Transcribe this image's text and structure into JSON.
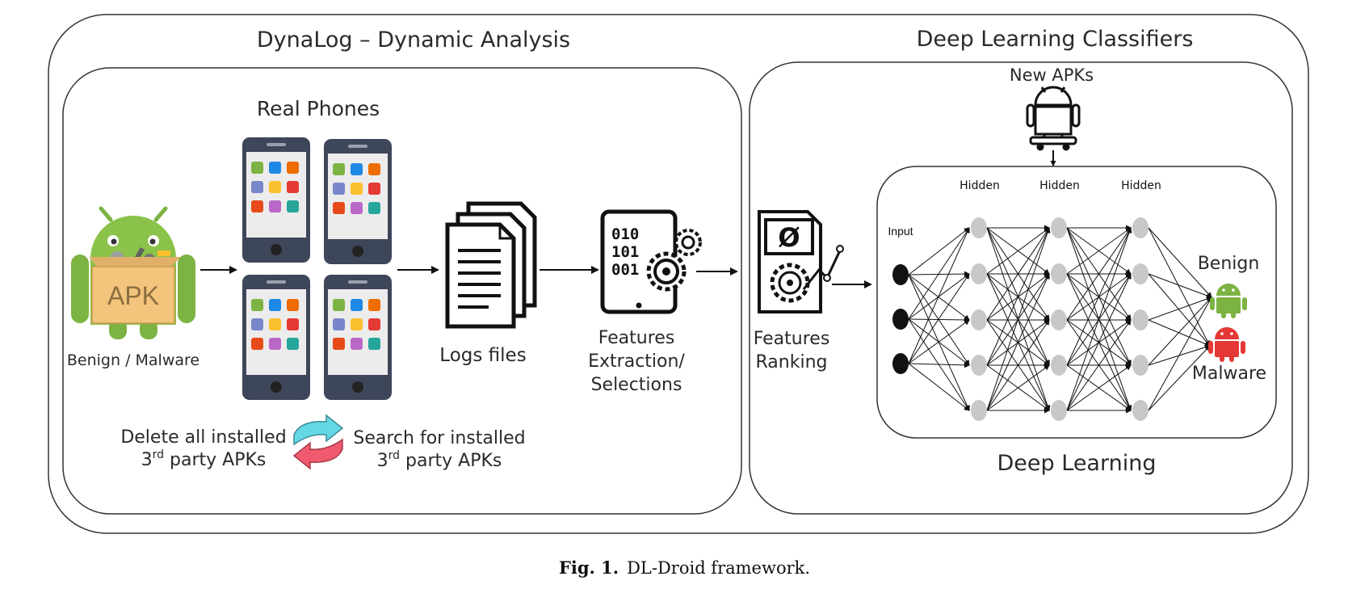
{
  "sections": {
    "dynamic": {
      "title": "DynaLog – Dynamic Analysis"
    },
    "classifiers": {
      "title": "Deep Learning Classifiers"
    }
  },
  "nodes": {
    "apk": {
      "badge": "APK",
      "label": "Benign / Malware"
    },
    "phones": {
      "title": "Real Phones"
    },
    "logs": {
      "label": "Logs files"
    },
    "extraction": {
      "line1": "Features",
      "line2": "Extraction/",
      "line3": "Selections",
      "bits": [
        "010",
        "101",
        "001"
      ]
    },
    "ranking": {
      "line1": "Features",
      "line2": "Ranking",
      "symbol": "Ø"
    },
    "new_apks": {
      "label": "New APKs"
    },
    "deep_learning": {
      "title": "Deep Learning",
      "input_label": "Input",
      "hidden_labels": [
        "Hidden",
        "Hidden",
        "Hidden"
      ],
      "outputs": {
        "benign": "Benign",
        "malware": "Malware"
      }
    }
  },
  "cycle": {
    "left": {
      "line1": "Delete all installed",
      "ord": "3",
      "sup": "rd",
      "rest": " party APKs"
    },
    "right": {
      "line1": "Search for installed",
      "ord": "3",
      "sup": "rd",
      "rest": " party APKs"
    }
  },
  "caption": {
    "label": "Fig. 1.",
    "text": "DL-Droid framework."
  },
  "colors": {
    "app_icons": [
      "#7cb342",
      "#1e88e5",
      "#ef6c00",
      "#7986cb",
      "#fbc02d",
      "#e53935",
      "#e64a19",
      "#ba68c8",
      "#26a69a"
    ],
    "phone_body": "#3e4659",
    "android_green": "#8bc34a",
    "malware_red": "#e53935",
    "neuron_gray": "#c8c8c8",
    "input_black": "#111111",
    "swap_cyan": "#64d8e4",
    "swap_red": "#f05a6e"
  }
}
